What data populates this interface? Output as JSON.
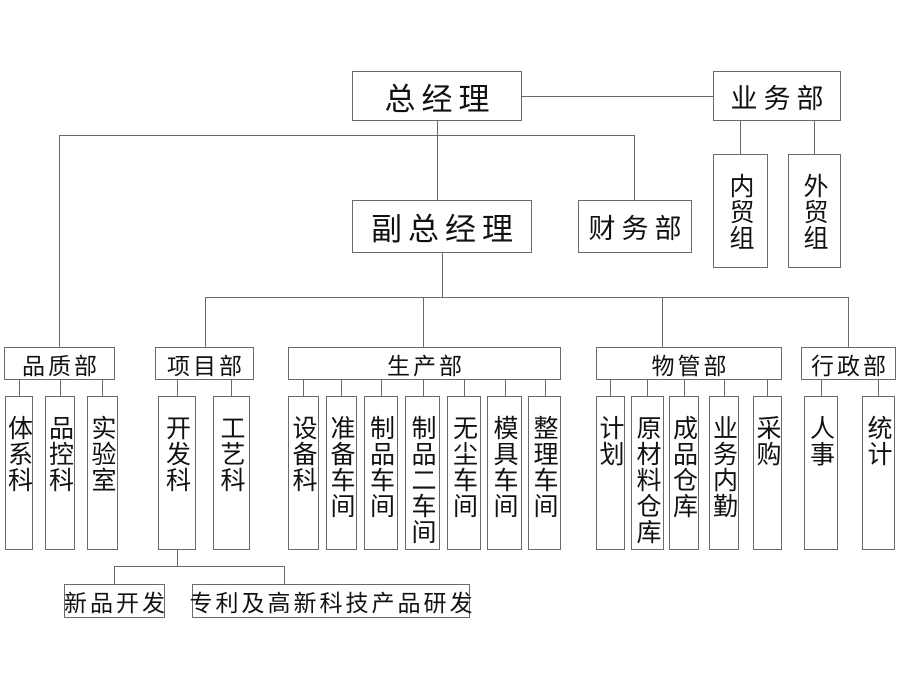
{
  "org": {
    "ceo": "总经理",
    "business": {
      "label": "业务部",
      "children": [
        "内贸组",
        "外贸组"
      ]
    },
    "finance": "财务部",
    "vp": "副总经理",
    "quality": {
      "label": "品质部",
      "children": [
        "体系科",
        "品控科",
        "实验室"
      ]
    },
    "project": {
      "label": "项目部",
      "children": [
        "开发科",
        "工艺科"
      ],
      "dev_children": [
        "新品开发",
        "专利及高新科技产品研发"
      ]
    },
    "production": {
      "label": "生产部",
      "children": [
        "设备科",
        "准备车间",
        "制品车间",
        "制品二车间",
        "无尘车间",
        "模具车间",
        "整理车间"
      ]
    },
    "materials": {
      "label": "物管部",
      "children": [
        "计划",
        "原材料仓库",
        "成品仓库",
        "业务内勤",
        "采购"
      ]
    },
    "admin": {
      "label": "行政部",
      "children": [
        "人事",
        "统计"
      ]
    }
  }
}
